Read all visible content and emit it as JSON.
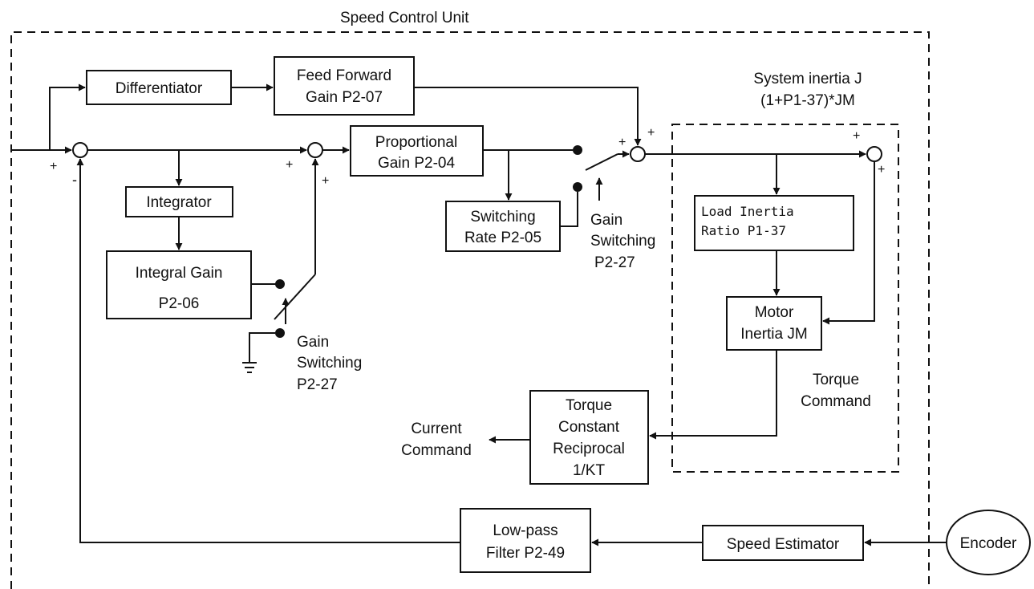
{
  "outer_title": "Speed Control Unit",
  "inertia_title": [
    "System inertia J",
    "(1+P1-37)*JM"
  ],
  "blocks": {
    "differentiator": [
      "Differentiator"
    ],
    "feed_forward": [
      "Feed Forward",
      "Gain P2-07"
    ],
    "proportional": [
      "Proportional",
      "Gain P2-04"
    ],
    "integrator": [
      "Integrator"
    ],
    "integral_gain": [
      "Integral Gain",
      "P2-06"
    ],
    "switching_rate": [
      "Switching",
      "Rate P2-05"
    ],
    "load_inertia": [
      "Load Inertia",
      "Ratio P1-37"
    ],
    "motor_inertia": [
      "Motor",
      "Inertia JM"
    ],
    "torque_constant": [
      "Torque",
      "Constant",
      "Reciprocal",
      "1/KT"
    ],
    "low_pass": [
      "Low-pass",
      "Filter P2-49"
    ],
    "speed_estimator": [
      "Speed Estimator"
    ],
    "encoder": [
      "Encoder"
    ]
  },
  "labels": {
    "gain_switch_upper": [
      "Gain",
      "Switching",
      "P2-27"
    ],
    "gain_switch_lower": [
      "Gain",
      "Switching",
      "P2-27"
    ],
    "torque_command": [
      "Torque",
      "Command"
    ],
    "current_command": [
      "Current",
      "Command"
    ]
  },
  "signs": {
    "plus": "+",
    "minus": "-"
  }
}
